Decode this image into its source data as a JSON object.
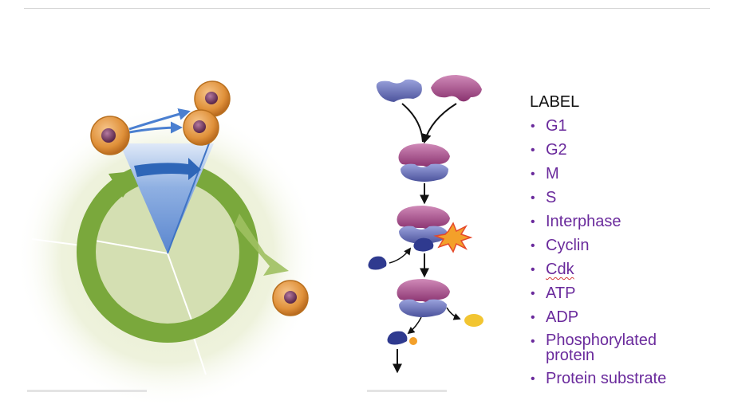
{
  "label_panel": {
    "title": "LABEL",
    "items": [
      "G1",
      "G2",
      "M",
      "S",
      "Interphase",
      "Cyclin",
      "Cdk",
      "ATP",
      "ADP",
      "Phosphorylated protein",
      "Protein substrate"
    ],
    "text_color": "#6a2a9c"
  },
  "diagram": {
    "cycle_ring_color": "#7aa83c",
    "cell_color": "#e0913a",
    "blue_wedge_color": "#3f74c4",
    "cyclin_color": "#a8508a",
    "cdk_color": "#6a72b8",
    "atp_color": "#2f3a8f",
    "adp_color": "#f2c531",
    "burst_color": "#f3a02a"
  }
}
